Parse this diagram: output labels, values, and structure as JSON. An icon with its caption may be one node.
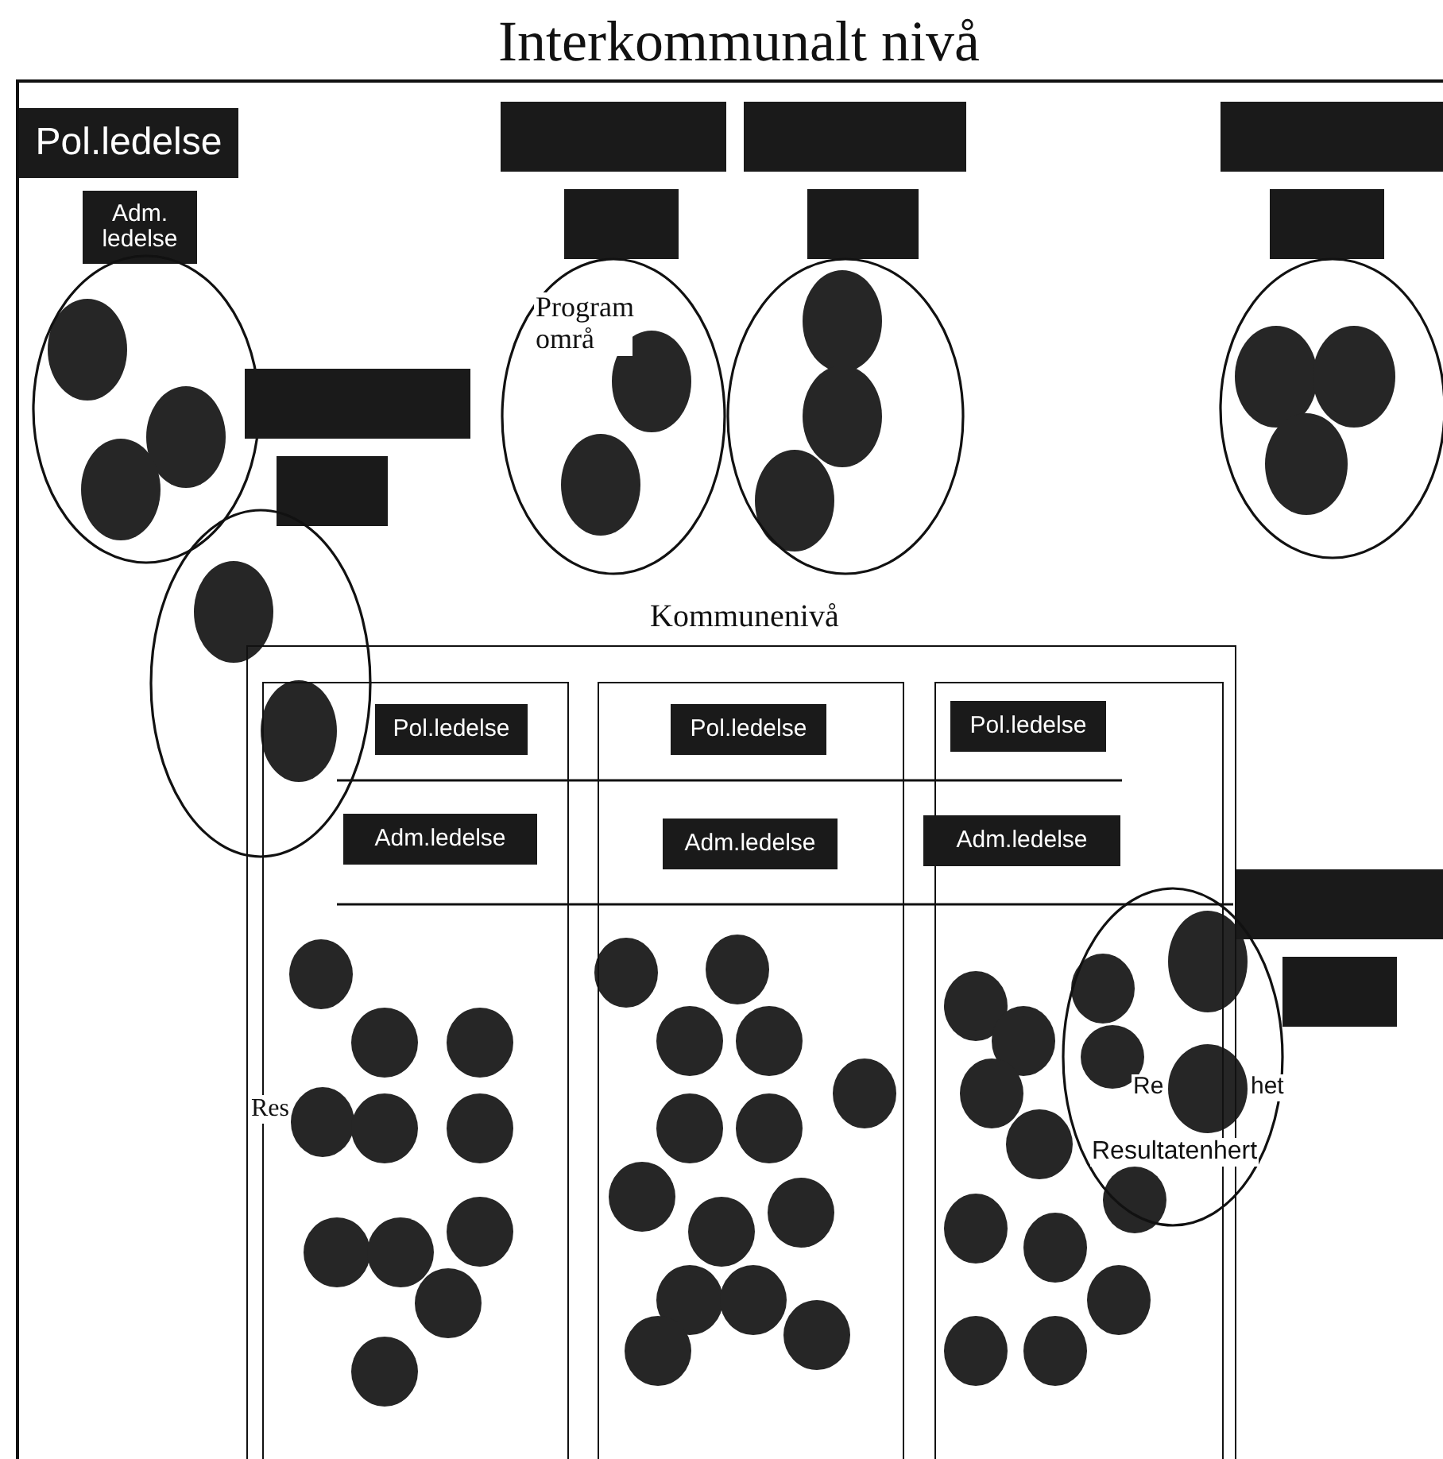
{
  "diagram": {
    "title": "Interkommunalt nivå",
    "nodes": [
      {
        "text": [],
        "shape": "box"
      },
      {
        "text": [
          "Pol.ledelse"
        ],
        "in": 0
      },
      {
        "text": [],
        "shape": "box",
        "in": 0
      },
      {
        "text": [],
        "shape": "box",
        "in": 0
      },
      {
        "text": [],
        "shape": "box",
        "in": 0
      },
      {
        "text": [
          "Adm. ledelse"
        ],
        "in": 0
      },
      {
        "text": [],
        "shape": "box",
        "in": 0
      },
      {
        "text": [],
        "shape": "box",
        "in": 0
      },
      {
        "text": [],
        "shape": "box",
        "in": 0
      },
      {
        "text": [],
        "shape": "circle",
        "in": 0
      },
      {
        "text": [],
        "shape": "circle",
        "in": 0
      },
      {
        "text": [],
        "shape": "circle",
        "in": 0
      },
      {
        "text": [],
        "shape": "circle",
        "in": 0
      },
      {
        "text": [],
        "shape": "box",
        "in": 0
      },
      {
        "text": [],
        "shape": "box",
        "in": 0
      },
      {
        "text": [],
        "shape": "circle",
        "in": 0
      },
      {
        "text": [
          "Kommunenivå"
        ],
        "in": 0
      },
      {
        "text": [],
        "shape": "box",
        "in": 16
      },
      {
        "text": [],
        "shape": "box",
        "in": 16
      },
      {
        "text": [],
        "shape": "box",
        "in": 16
      },
      {
        "text": [
          "Pol.ledelse"
        ],
        "in": 17
      },
      {
        "text": [
          "Pol.ledelse"
        ],
        "in": 18
      },
      {
        "text": [
          "Pol.ledelse"
        ],
        "in": 19
      },
      {
        "text": [
          "Adm.ledelse"
        ],
        "in": 17
      },
      {
        "text": [
          "Adm.ledelse"
        ],
        "in": 18
      },
      {
        "text": [
          "Adm.ledelse"
        ],
        "in": 19
      },
      {
        "text": [],
        "shape": "box",
        "in": 0
      },
      {
        "text": [],
        "shape": "circle",
        "in": 0
      },
      {
        "text": [],
        "shape": "box",
        "in": 0
      }
    ],
    "labels": [
      "Program områ",
      "Res",
      "Re",
      "het",
      "Resultatenhert"
    ]
  }
}
